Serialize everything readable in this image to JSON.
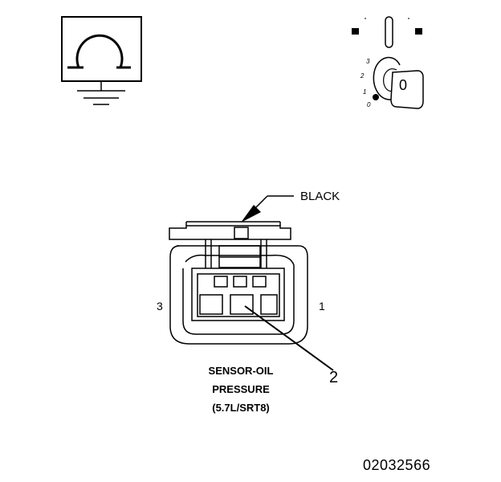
{
  "wire_color_label": "BLACK",
  "pin_left_label": "3",
  "pin_right_label": "1",
  "callout_label": "2",
  "component_caption": [
    "SENSOR-OIL",
    "PRESSURE",
    "(5.7L/SRT8)"
  ],
  "figure_id": "02032566",
  "ignition_positions": [
    "3",
    "2",
    "1",
    "0"
  ],
  "ignition_key_label": "0",
  "icons": {
    "ohmmeter": "ohm-ground-icon",
    "ignition": "ignition-switch-off-icon"
  },
  "colors": {
    "line": "#000000",
    "background": "#ffffff"
  }
}
